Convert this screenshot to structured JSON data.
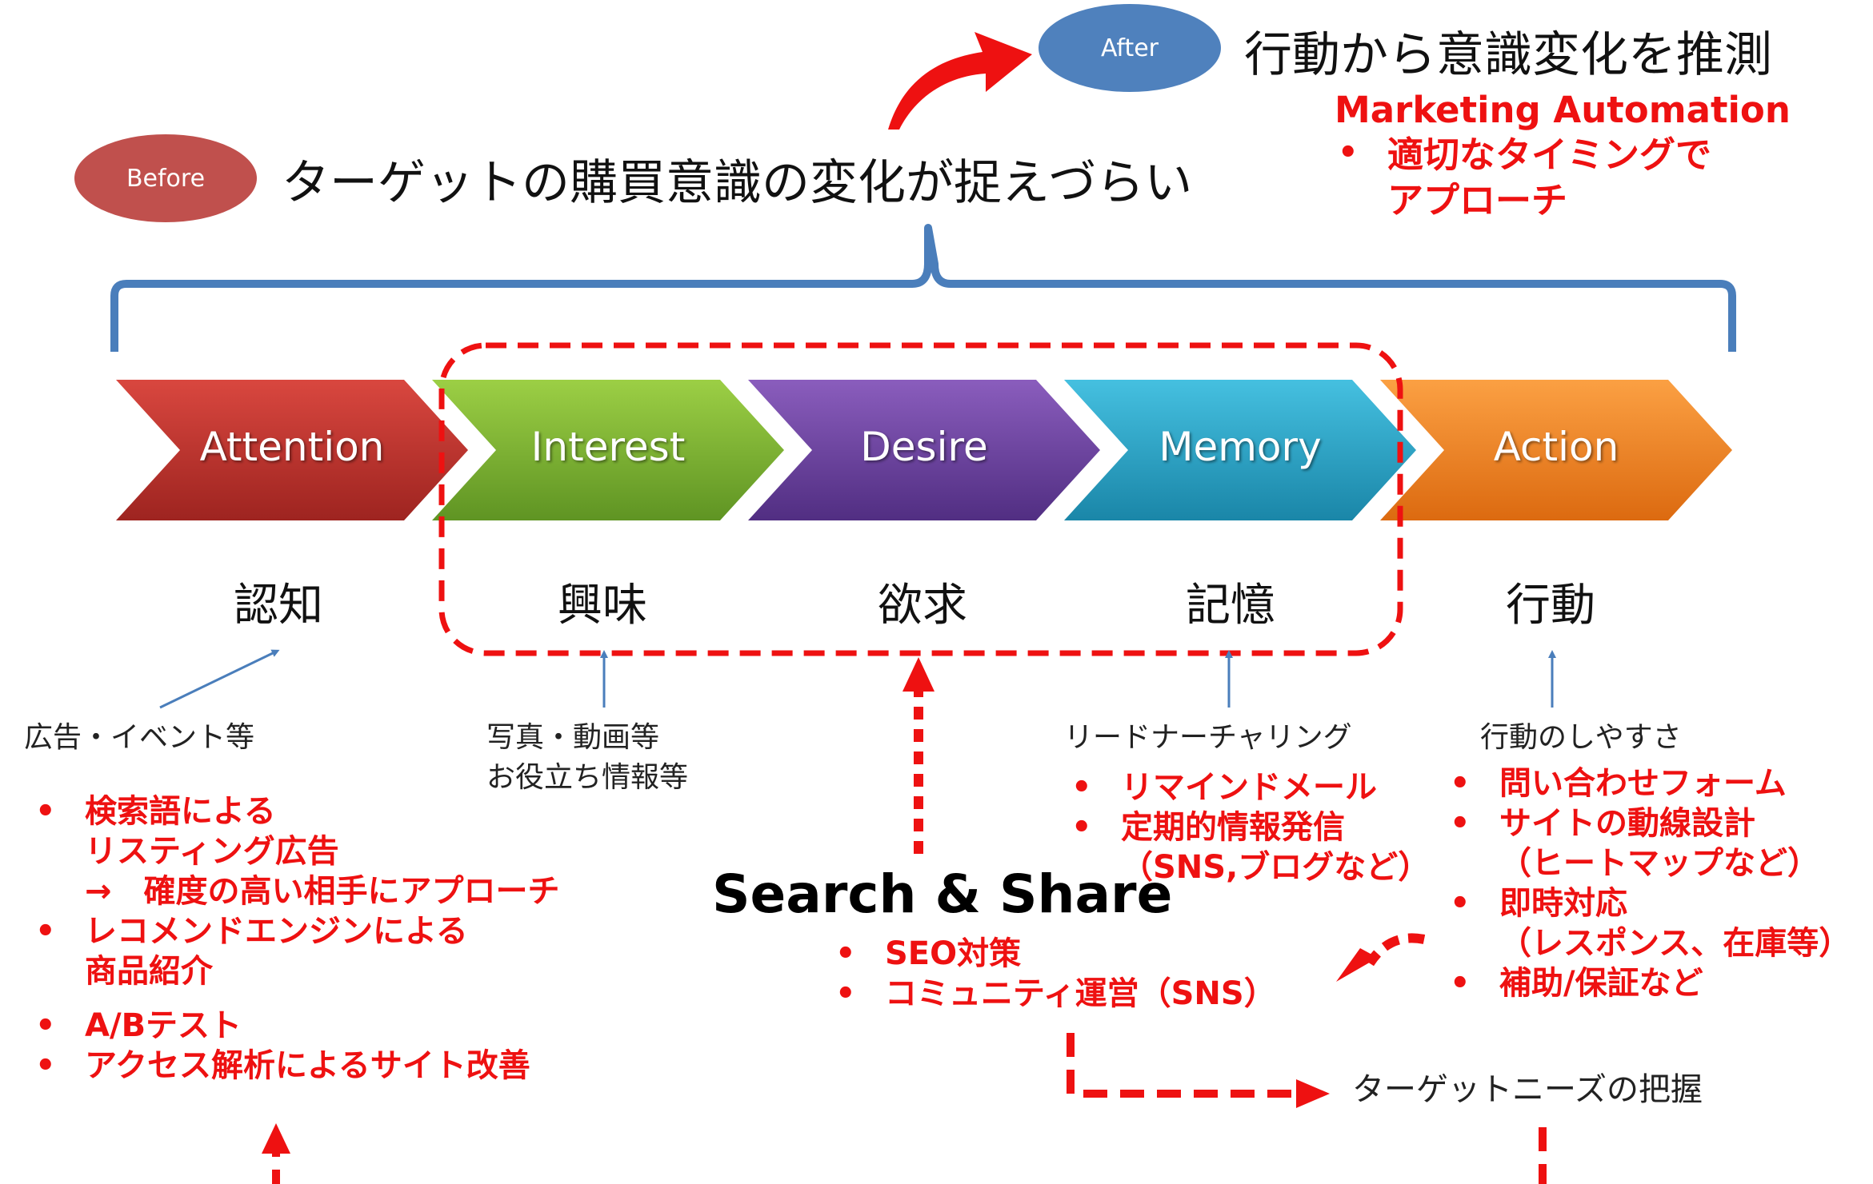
{
  "before": {
    "badge": "Before",
    "text": "ターゲットの購買意識の変化が捉えづらい"
  },
  "after": {
    "badge": "After",
    "text": "行動から意識変化を推測"
  },
  "marketing_automation": {
    "title": "Marketing Automation",
    "items": [
      {
        "line1": "適切なタイミングで",
        "line2": "アプローチ"
      }
    ]
  },
  "stages": [
    {
      "label": "Attention",
      "kanji": "認知"
    },
    {
      "label": "Interest",
      "kanji": "興味"
    },
    {
      "label": "Desire",
      "kanji": "欲求"
    },
    {
      "label": "Memory",
      "kanji": "記憶"
    },
    {
      "label": "Action",
      "kanji": "行動"
    }
  ],
  "notes": {
    "attention": "広告・イベント等",
    "interest_1": "写真・動画等",
    "interest_2": "お役立ち情報等",
    "memory": "リードナーチャリング",
    "action": "行動のしやすさ"
  },
  "attention_list": {
    "r1": "検索語による",
    "r2": "リスティング広告",
    "r3": "→　確度の高い相手にアプローチ",
    "r4": "レコメンドエンジンによる",
    "r5": "商品紹介",
    "r6": "A/Bテスト",
    "r7": "アクセス解析によるサイト改善"
  },
  "memory_list": {
    "r1": "リマインドメール",
    "r2": "定期的情報発信",
    "r3": "（SNS,ブログなど）"
  },
  "action_list": {
    "r1": "問い合わせフォーム",
    "r2": "サイトの動線設計",
    "r3": "（ヒートマップなど）",
    "r4": "即時対応",
    "r5": "（レスポンス、在庫等）",
    "r6": "補助/保証など"
  },
  "search_share": {
    "title": "Search & Share",
    "items": [
      "SEO対策",
      "コミュニティ運営（SNS）"
    ]
  },
  "target_needs": "ターゲットニーズの把握",
  "bullet_char": "•",
  "colors": {
    "red": "#ee1111",
    "bracket_blue": "#4a7ebb",
    "before_badge": "#c0504d",
    "after_badge": "#4f81bd",
    "attention": "#c0302b",
    "interest": "#7db42f",
    "desire": "#6a3f9e",
    "memory": "#2aa7c9",
    "action": "#f0851f"
  }
}
